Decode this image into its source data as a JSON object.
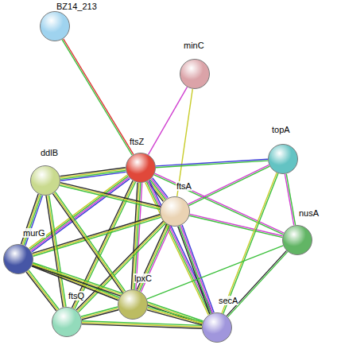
{
  "diagram": {
    "nodes": [
      {
        "text": [
          "BZ14_213"
        ]
      },
      {
        "text": [
          "minC"
        ]
      },
      {
        "text": [
          "ftsZ"
        ]
      },
      {
        "text": [
          "topA"
        ]
      },
      {
        "text": [
          "ddlB"
        ]
      },
      {
        "text": [
          "ftsA"
        ]
      },
      {
        "text": [
          "nusA"
        ]
      },
      {
        "text": [
          "murG"
        ]
      },
      {
        "text": [
          "lpxC"
        ]
      },
      {
        "text": [
          "ftsQ"
        ]
      },
      {
        "text": [
          "secA"
        ]
      }
    ],
    "edges": [
      {
        "from": 0,
        "to": 2,
        "arrow": "none"
      },
      {
        "from": 1,
        "to": 2,
        "arrow": "none"
      },
      {
        "from": 1,
        "to": 5,
        "arrow": "none"
      },
      {
        "from": 2,
        "to": 3,
        "arrow": "none"
      },
      {
        "from": 2,
        "to": 5,
        "arrow": "none"
      },
      {
        "from": 2,
        "to": 4,
        "arrow": "none"
      },
      {
        "from": 2,
        "to": 7,
        "arrow": "none"
      },
      {
        "from": 2,
        "to": 9,
        "arrow": "none"
      },
      {
        "from": 2,
        "to": 8,
        "arrow": "none"
      },
      {
        "from": 2,
        "to": 10,
        "arrow": "none"
      },
      {
        "from": 2,
        "to": 6,
        "arrow": "none"
      },
      {
        "from": 5,
        "to": 3,
        "arrow": "none"
      },
      {
        "from": 5,
        "to": 6,
        "arrow": "none"
      },
      {
        "from": 5,
        "to": 4,
        "arrow": "none"
      },
      {
        "from": 5,
        "to": 7,
        "arrow": "none"
      },
      {
        "from": 5,
        "to": 9,
        "arrow": "none"
      },
      {
        "from": 5,
        "to": 8,
        "arrow": "none"
      },
      {
        "from": 5,
        "to": 10,
        "arrow": "none"
      },
      {
        "from": 3,
        "to": 6,
        "arrow": "none"
      },
      {
        "from": 3,
        "to": 10,
        "arrow": "none"
      },
      {
        "from": 6,
        "to": 10,
        "arrow": "none"
      },
      {
        "from": 6,
        "to": 8,
        "arrow": "none"
      },
      {
        "from": 4,
        "to": 7,
        "arrow": "none"
      },
      {
        "from": 4,
        "to": 9,
        "arrow": "none"
      },
      {
        "from": 4,
        "to": 8,
        "arrow": "none"
      },
      {
        "from": 7,
        "to": 8,
        "arrow": "none"
      },
      {
        "from": 7,
        "to": 9,
        "arrow": "none"
      },
      {
        "from": 7,
        "to": 10,
        "arrow": "none"
      },
      {
        "from": 9,
        "to": 8,
        "arrow": "none"
      },
      {
        "from": 9,
        "to": 10,
        "arrow": "none"
      },
      {
        "from": 8,
        "to": 10,
        "arrow": "none"
      }
    ]
  }
}
